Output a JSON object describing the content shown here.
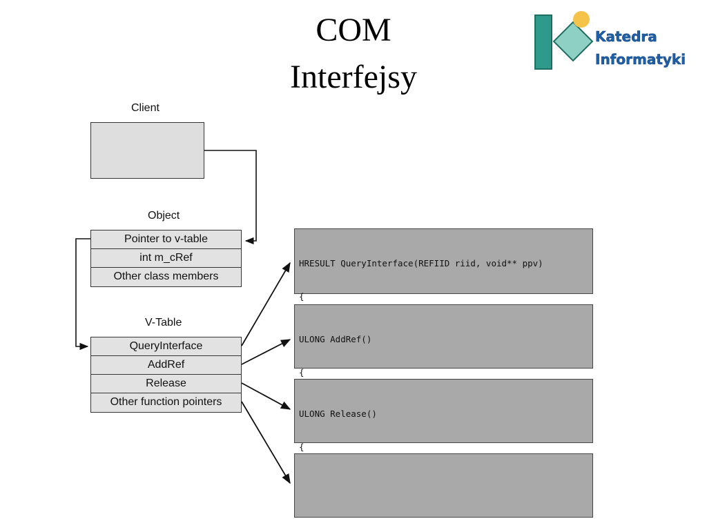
{
  "title": {
    "line1": "COM",
    "line2": "Interfejsy"
  },
  "logo": {
    "line1": "Katedra",
    "line2": "Informatyki"
  },
  "diagram": {
    "client_label": "Client",
    "object_label": "Object",
    "object_rows": [
      "Pointer to v-table",
      "int m_cRef",
      "Other class members"
    ],
    "vtable_label": "V-Table",
    "vtable_rows": [
      "QueryInterface",
      "AddRef",
      "Release",
      "Other function pointers"
    ],
    "functions": [
      {
        "signature": "HRESULT QueryInterface(REFIID riid, void** ppv)",
        "open": "{",
        "body": " ...",
        "close": "}"
      },
      {
        "signature": "ULONG AddRef()",
        "open": "{",
        "body": " ...",
        "close": "}"
      },
      {
        "signature": "ULONG Release()",
        "open": "{",
        "body": " ...",
        "close": "}"
      }
    ]
  },
  "colors": {
    "logo_teal": "#2d9a8c",
    "logo_sun": "#f5c24a",
    "logo_text": "#1e5fa8",
    "code_box": "#a9a9a9",
    "table_cell": "#e2e2e2"
  }
}
